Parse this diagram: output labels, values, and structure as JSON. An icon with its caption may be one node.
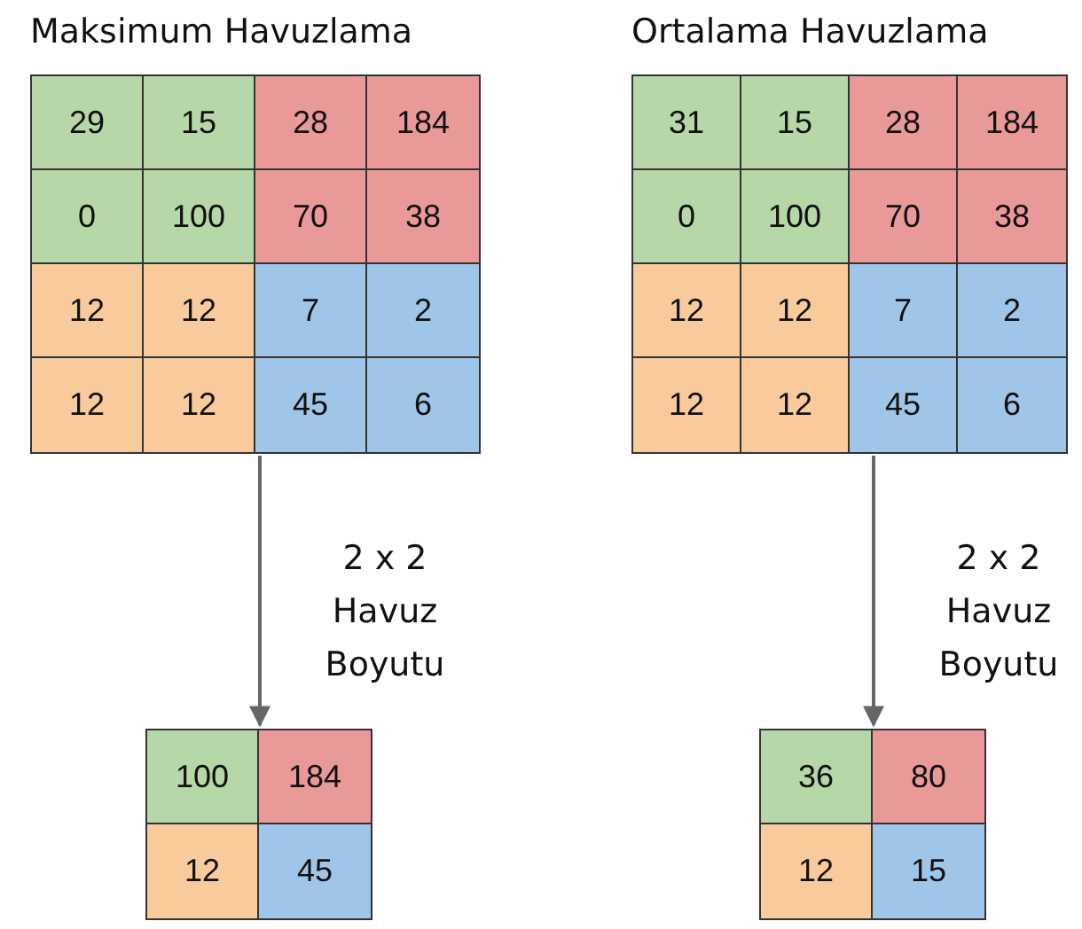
{
  "diagram": {
    "nodes": [
      {
        "text": [
          "Maksimum Havuzlama"
        ]
      },
      {
        "text": [
          "29"
        ],
        "in": 0
      },
      {
        "text": [
          "15"
        ],
        "in": 0
      },
      {
        "text": [
          "28"
        ],
        "in": 0
      },
      {
        "text": [
          "184"
        ],
        "in": 0
      },
      {
        "text": [
          "0"
        ],
        "in": 0
      },
      {
        "text": [
          "100"
        ],
        "in": 0
      },
      {
        "text": [
          "70"
        ],
        "in": 0
      },
      {
        "text": [
          "38"
        ],
        "in": 0
      },
      {
        "text": [
          "12"
        ],
        "in": 0
      },
      {
        "text": [
          "12"
        ],
        "in": 0
      },
      {
        "text": [
          "7"
        ],
        "in": 0
      },
      {
        "text": [
          "2"
        ],
        "in": 0
      },
      {
        "text": [
          "12"
        ],
        "in": 0
      },
      {
        "text": [
          "12"
        ],
        "in": 0
      },
      {
        "text": [
          "45"
        ],
        "in": 0
      },
      {
        "text": [
          "6"
        ],
        "in": 0
      },
      {
        "text": [
          "Ortalama Havuzlama"
        ]
      },
      {
        "text": [
          "31"
        ],
        "in": 17
      },
      {
        "text": [
          "15"
        ],
        "in": 17
      },
      {
        "text": [
          "28"
        ],
        "in": 17
      },
      {
        "text": [
          "184"
        ],
        "in": 17
      },
      {
        "text": [
          "0"
        ],
        "in": 17
      },
      {
        "text": [
          "100"
        ],
        "in": 17
      },
      {
        "text": [
          "70"
        ],
        "in": 17
      },
      {
        "text": [
          "38"
        ],
        "in": 17
      },
      {
        "text": [
          "12"
        ],
        "in": 17
      },
      {
        "text": [
          "12"
        ],
        "in": 17
      },
      {
        "text": [
          "7"
        ],
        "in": 17
      },
      {
        "text": [
          "2"
        ],
        "in": 17
      },
      {
        "text": [
          "12"
        ],
        "in": 17
      },
      {
        "text": [
          "12"
        ],
        "in": 17
      },
      {
        "text": [
          "45"
        ],
        "in": 17
      },
      {
        "text": [
          "6"
        ],
        "in": 17
      },
      {
        "text": [],
        "shape": "box"
      },
      {
        "text": [
          "100"
        ],
        "in": 34
      },
      {
        "text": [
          "184"
        ],
        "in": 34
      },
      {
        "text": [
          "12"
        ],
        "in": 34
      },
      {
        "text": [
          "45"
        ],
        "in": 34
      },
      {
        "text": [],
        "shape": "box"
      },
      {
        "text": [
          "36"
        ],
        "in": 39
      },
      {
        "text": [
          "80"
        ],
        "in": 39
      },
      {
        "text": [
          "12"
        ],
        "in": 39
      },
      {
        "text": [
          "15"
        ],
        "in": 39
      }
    ],
    "edges": [
      {
        "from": 0,
        "to": 34,
        "arrow": "to",
        "label": "2 x 2 Havuz Boyutu"
      },
      {
        "from": 17,
        "to": 39,
        "arrow": "to",
        "label": "2 x 2 Havuz Boyutu"
      }
    ]
  }
}
